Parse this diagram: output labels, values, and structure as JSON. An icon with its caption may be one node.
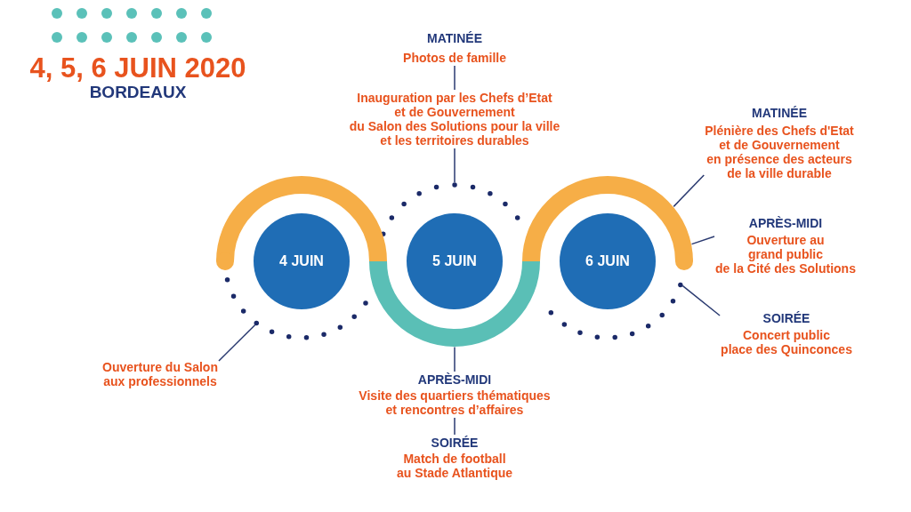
{
  "diagram": {
    "title": "4, 5, 6 JUIN 2020",
    "nodes": [
      {
        "text": [
          "MATINÉE",
          "Photos de famille"
        ]
      },
      {
        "text": [
          "Inauguration par les Chefs d’Etat et de Gouvernement du Salon des Solutions pour la ville et les territoires durables"
        ]
      },
      {
        "text": [
          "MATINÉE",
          "Plénière des Chefs d'Etat et de Gouvernement en présence des acteurs de la ville durable"
        ]
      },
      {
        "text": [],
        "shape": "arc"
      },
      {
        "text": [],
        "shape": "arc"
      },
      {
        "text": [],
        "shape": "arc"
      },
      {
        "text": [
          "APRÈS-MIDI",
          "Ouverture au grand public de la Cité des Solutions"
        ]
      },
      {
        "text": [
          "4 JUIN"
        ]
      },
      {
        "text": [
          "5 JUIN"
        ]
      },
      {
        "text": [
          "6 JUIN"
        ]
      },
      {
        "text": [],
        "shape": "arc"
      },
      {
        "text": [],
        "shape": "arc"
      },
      {
        "text": [],
        "shape": "arc"
      },
      {
        "text": [
          "SOIRÉE",
          "Concert public place des Quinconces"
        ]
      },
      {
        "text": [
          "Ouverture du Salon aux professionnels"
        ]
      },
      {
        "text": [
          "APRÈS-MIDI",
          "Visite des quartiers thématiques et rencontres d’affaires"
        ]
      },
      {
        "text": [
          "SOIRÉE",
          "Match de football au Stade Atlantique"
        ]
      }
    ],
    "edges": [
      {
        "from": 0,
        "to": 1,
        "arrow": "none"
      },
      {
        "from": 1,
        "to": 4,
        "arrow": "none"
      },
      {
        "from": 2,
        "to": 5,
        "arrow": "none"
      },
      {
        "from": 6,
        "to": 5,
        "arrow": "none"
      },
      {
        "from": 13,
        "to": 12,
        "arrow": "none"
      },
      {
        "from": 14,
        "to": 10,
        "arrow": "none"
      },
      {
        "from": 11,
        "to": 15,
        "arrow": "none"
      },
      {
        "from": 15,
        "to": 16,
        "arrow": "none"
      }
    ],
    "labels": [
      "BORDEAUX"
    ]
  }
}
